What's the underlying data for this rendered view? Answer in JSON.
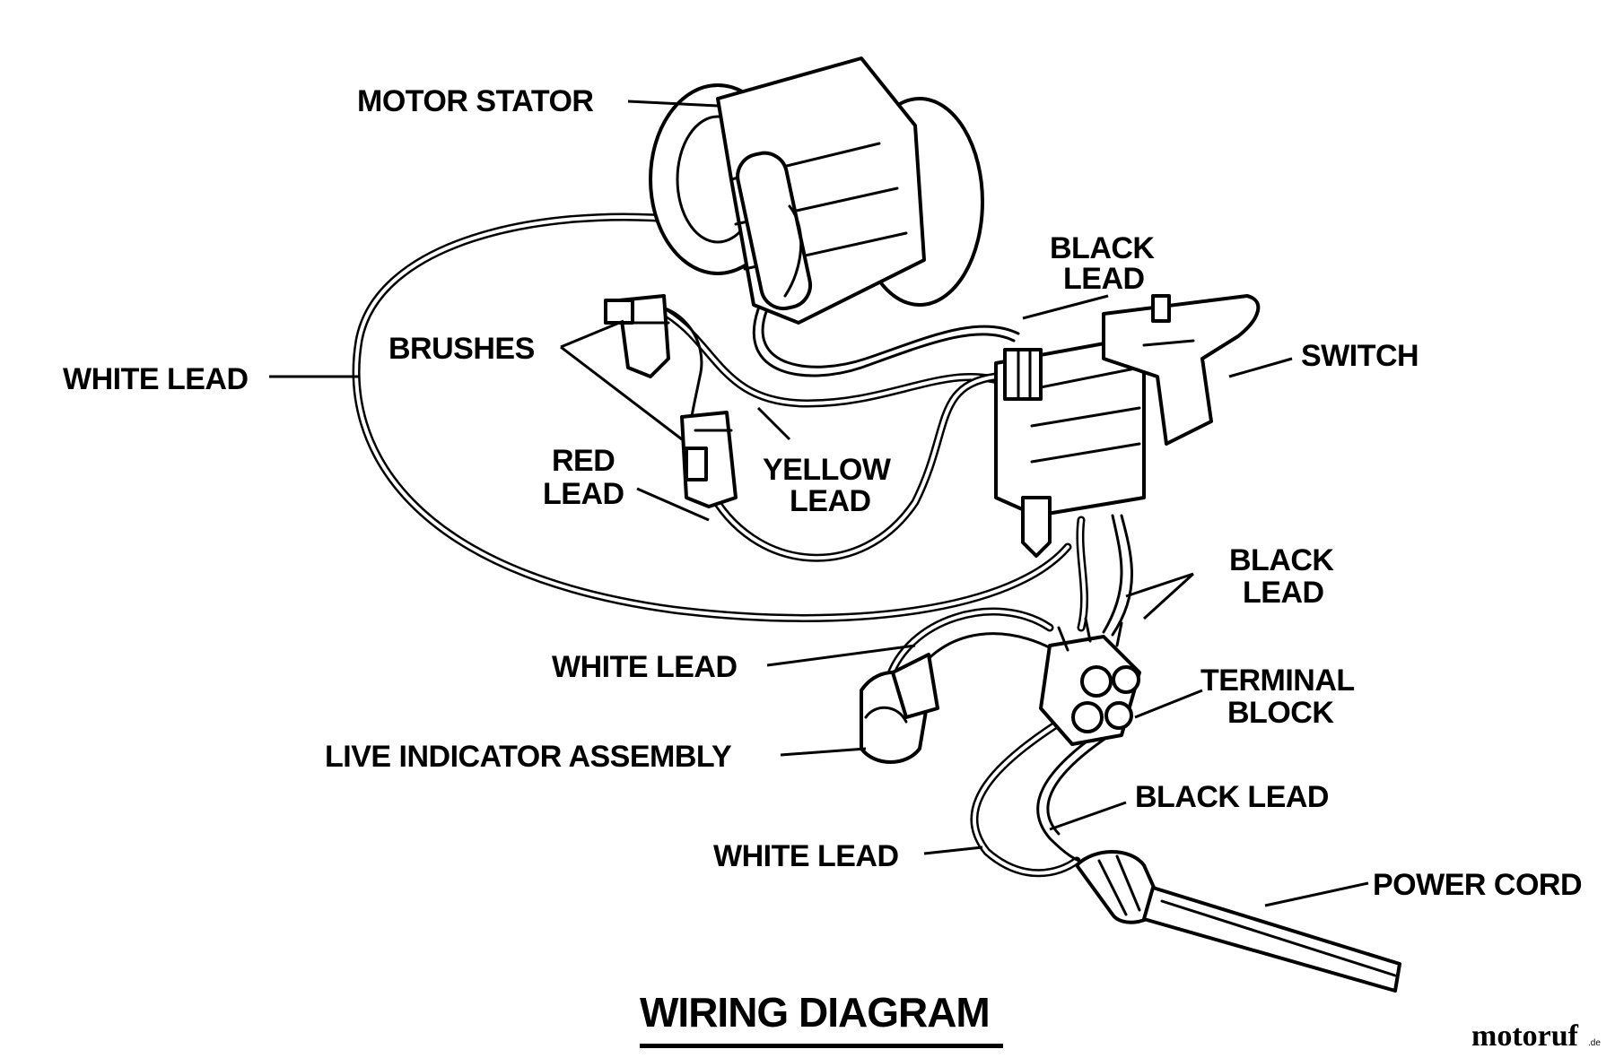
{
  "labels": {
    "motor_stator": "MOTOR STATOR",
    "black_lead_top_l1": "BLACK",
    "black_lead_top_l2": "LEAD",
    "switch": "SWITCH",
    "brushes": "BRUSHES",
    "white_lead_left": "WHITE LEAD",
    "red_lead_l1": "RED",
    "red_lead_l2": "LEAD",
    "yellow_lead_l1": "YELLOW",
    "yellow_lead_l2": "LEAD",
    "black_lead_mid_l1": "BLACK",
    "black_lead_mid_l2": "LEAD",
    "white_lead_mid": "WHITE LEAD",
    "terminal_block_l1": "TERMINAL",
    "terminal_block_l2": "BLOCK",
    "live_indicator_assembly": "LIVE INDICATOR ASSEMBLY",
    "black_lead_bottom": "BLACK LEAD",
    "white_lead_bottom": "WHITE LEAD",
    "power_cord": "POWER CORD"
  },
  "title": "WIRING DIAGRAM",
  "watermark": {
    "brand": "motoruf",
    "suffix": ".de",
    "colors": [
      "#2f3f8f",
      "#c0392b"
    ]
  }
}
